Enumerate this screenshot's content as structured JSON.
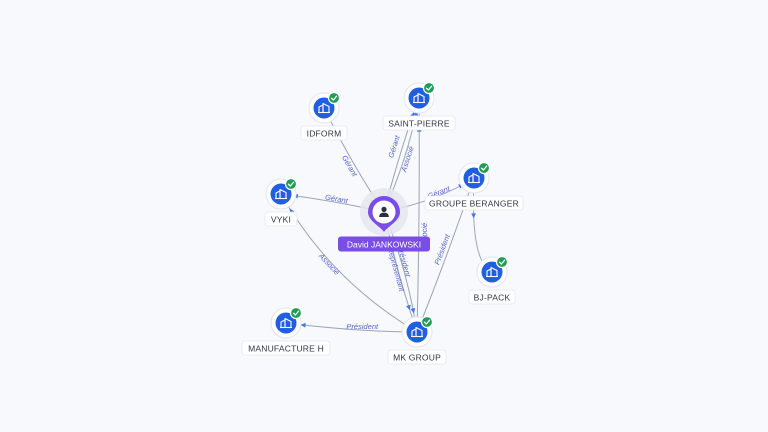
{
  "person": {
    "label": "David JANKOWSKI"
  },
  "companies": [
    {
      "id": "idform",
      "label": "IDFORM",
      "verified": true,
      "icon": "building-icon"
    },
    {
      "id": "saint-pierre",
      "label": "SAINT-PIERRE",
      "verified": true,
      "icon": "building-icon"
    },
    {
      "id": "groupe-beranger",
      "label": "GROUPE BERANGER",
      "verified": true,
      "icon": "building-icon"
    },
    {
      "id": "vyki",
      "label": "VYKI",
      "verified": true,
      "icon": "building-icon"
    },
    {
      "id": "bj-pack",
      "label": "BJ-PACK",
      "verified": true,
      "icon": "building-icon"
    },
    {
      "id": "manufacture-h",
      "label": "MANUFACTURE H",
      "verified": true,
      "icon": "building-icon"
    },
    {
      "id": "mk-group",
      "label": "MK GROUP",
      "verified": true,
      "icon": "building-icon"
    }
  ],
  "edges": [
    {
      "id": "e1",
      "from": "person",
      "to": "idform",
      "label": "Gérant"
    },
    {
      "id": "e2",
      "from": "person",
      "to": "saint-pierre",
      "label": "Gérant"
    },
    {
      "id": "e3",
      "from": "person",
      "to": "saint-pierre",
      "label": "Associé"
    },
    {
      "id": "e4",
      "from": "person",
      "to": "vyki",
      "label": "Gérant"
    },
    {
      "id": "e5",
      "from": "person",
      "to": "groupe-beranger",
      "label": "Gérant"
    },
    {
      "id": "e6",
      "from": "person",
      "to": "mk-group",
      "label": "Président"
    },
    {
      "id": "e7",
      "from": "person",
      "to": "mk-group",
      "label": "Représentant"
    },
    {
      "id": "e8",
      "from": "mk-group",
      "to": "vyki",
      "label": "Associé"
    },
    {
      "id": "e9",
      "from": "mk-group",
      "to": "saint-pierre",
      "label": "Associé"
    },
    {
      "id": "e10",
      "from": "mk-group",
      "to": "groupe-beranger",
      "label": "Président"
    },
    {
      "id": "e11",
      "from": "mk-group",
      "to": "manufacture-h",
      "label": "Président"
    },
    {
      "id": "e12",
      "from": "groupe-beranger",
      "to": "bj-pack",
      "label": ""
    }
  ],
  "colors": {
    "person_accent": "#7a4de6",
    "company_icon": "#1f5fe0",
    "verified": "#1f9d55",
    "edge_label": "#5563c8"
  }
}
